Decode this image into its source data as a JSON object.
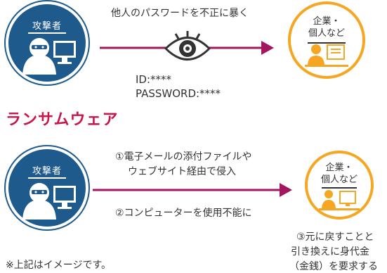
{
  "top": {
    "attacker_label": "攻撃者",
    "caption": "他人のパスワードを不正に暴く",
    "credentials": [
      "ID:****",
      "PASSWORD:****"
    ],
    "victim_label_lines": [
      "企業・",
      "個人など"
    ]
  },
  "section_title": "ランサムウェア",
  "bottom": {
    "attacker_label": "攻撃者",
    "step1_lines": [
      "①電子メールの添付ファイルや",
      "ウェブサイト経由で侵入"
    ],
    "step2": "②コンピューターを使用不能に",
    "victim_label_lines": [
      "企業・",
      "個人など"
    ],
    "step3_lines": [
      "③元に戻すことと",
      "引き換えに身代金",
      "（金銭）を要求する"
    ]
  },
  "note": "※上記はイメージです。",
  "colors": {
    "attacker_blue": "#1e5a8c",
    "victim_orange": "#f5a623",
    "arrow_magenta": "#a3175f",
    "title_red": "#c8154a"
  }
}
